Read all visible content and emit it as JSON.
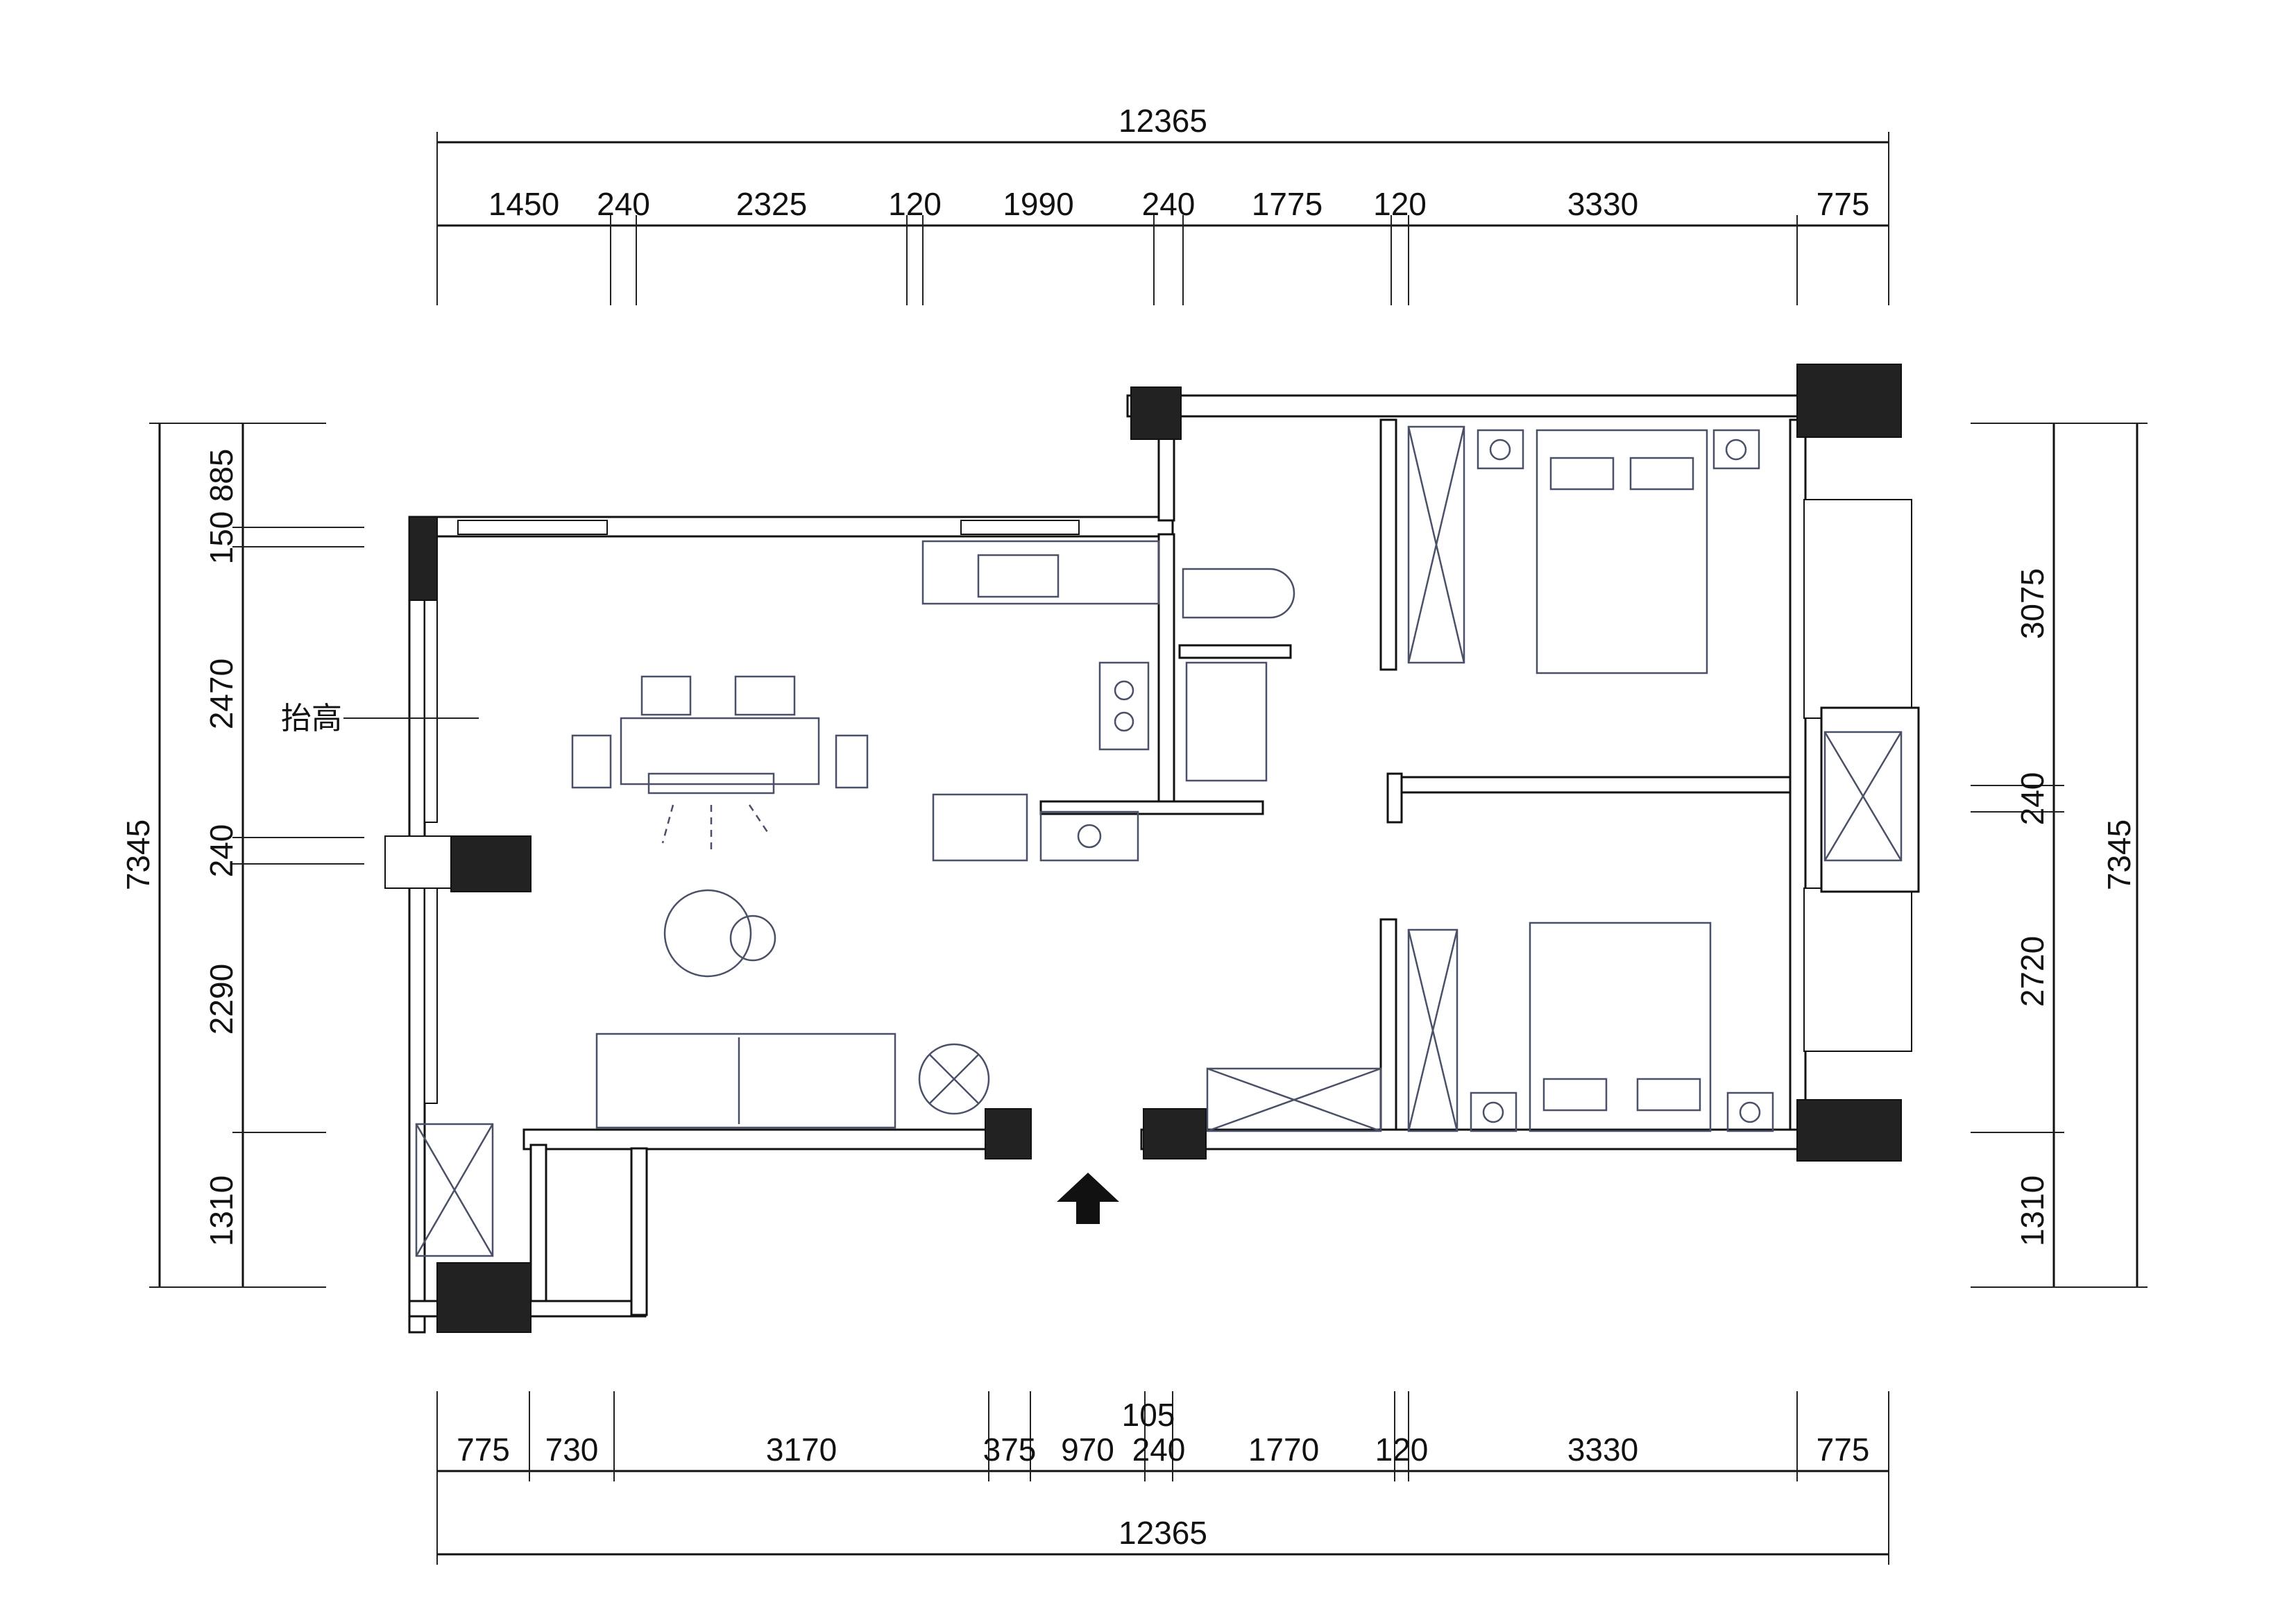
{
  "dimensions": {
    "top_total": "12365",
    "top_segments": [
      "1450",
      "240",
      "2325",
      "120",
      "1990",
      "240",
      "1775",
      "120",
      "3330",
      "775"
    ],
    "bottom_total": "12365",
    "bottom_segments": [
      "775",
      "730",
      "3170",
      "375",
      "970",
      "240",
      "1770",
      "120",
      "3330",
      "775"
    ],
    "bottom_extra": "105",
    "left_total": "7345",
    "left_segments": [
      "885",
      "150",
      "2470",
      "240",
      "2290",
      "1310"
    ],
    "right_total": "7345",
    "right_segments": [
      "3075",
      "240",
      "2720",
      "1310"
    ]
  },
  "annotations": {
    "raised_floor": "抬高"
  },
  "colors": {
    "column": "#222222",
    "wall_line": "#111111",
    "furniture": "#4a5068"
  },
  "icons": {
    "entrance": "entrance-arrow-icon"
  }
}
